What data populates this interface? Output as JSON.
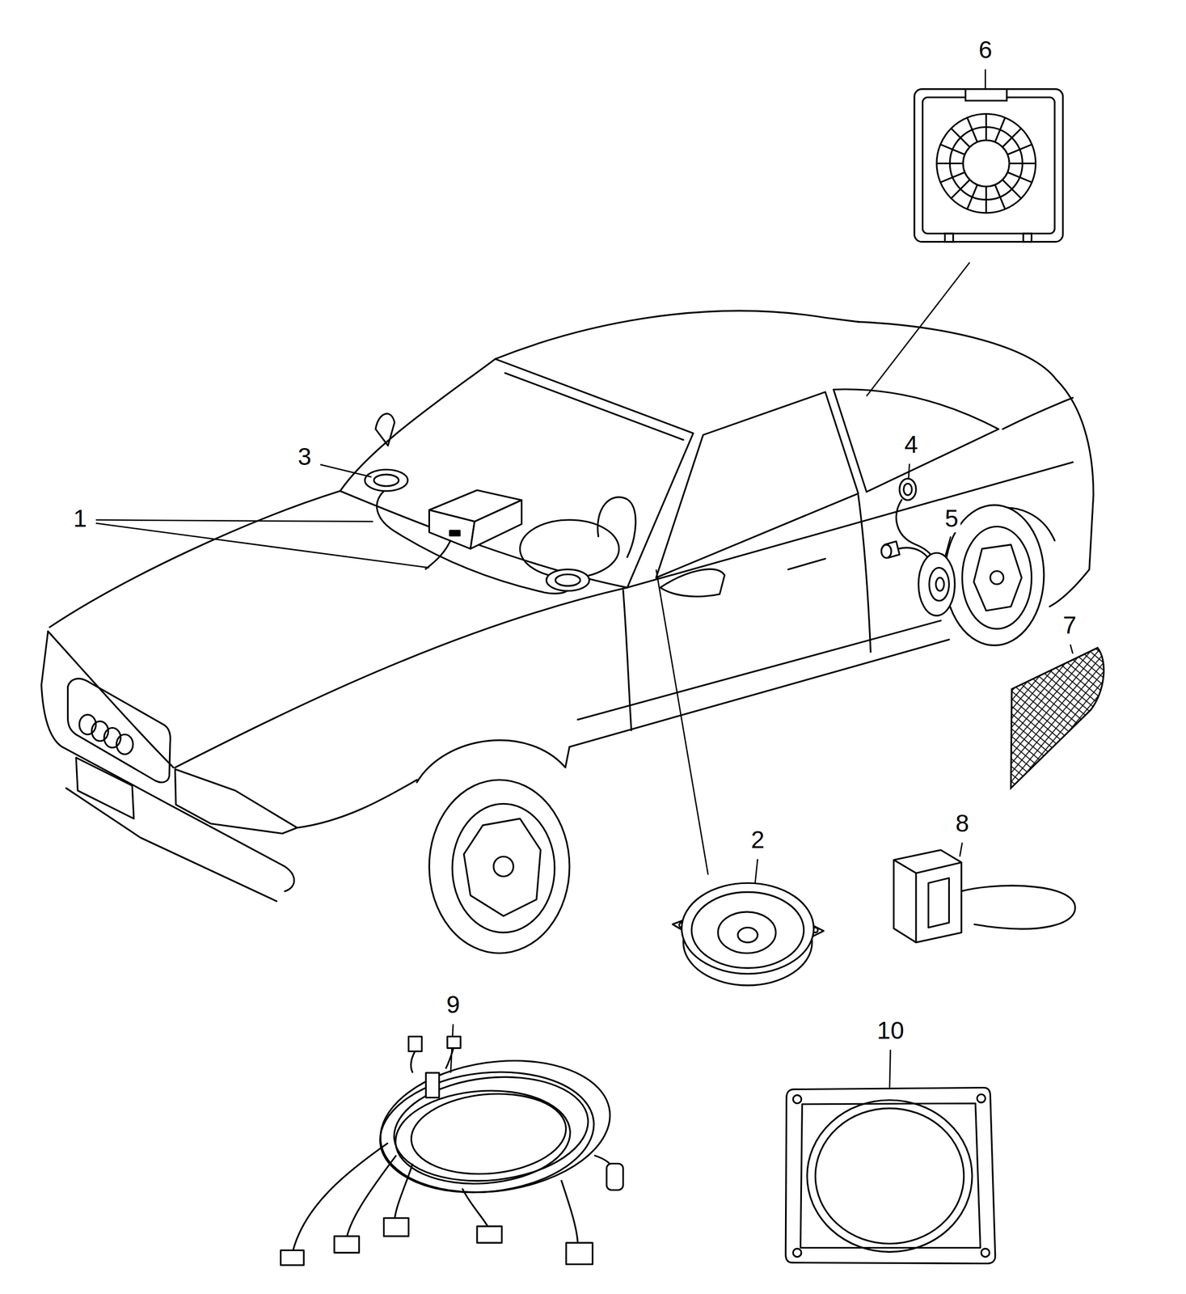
{
  "diagram": {
    "labels": [
      "6",
      "3",
      "4",
      "1",
      "5",
      "7",
      "2",
      "8",
      "9",
      "10"
    ]
  }
}
